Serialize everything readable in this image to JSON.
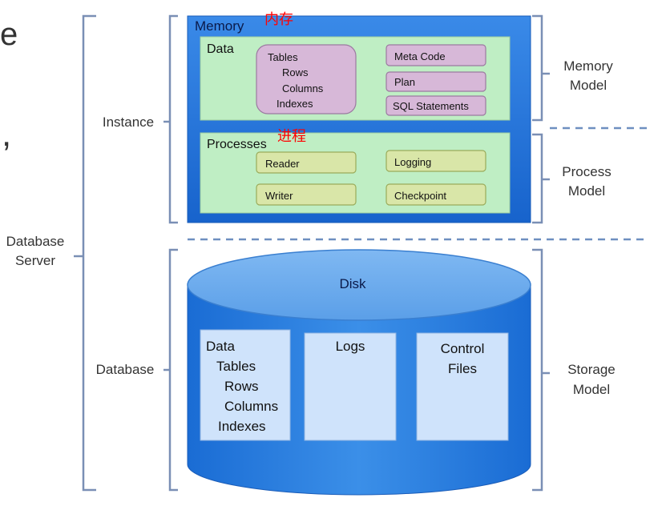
{
  "colors": {
    "memory_blue": "#1f6fd8",
    "green_panel": "#bfeec4",
    "purple_box": "#d7b8d8",
    "olive_box": "#d9e6a8",
    "disk_body": "#1e78e0",
    "disk_top": "#6eaef0",
    "disk_panel": "#cfe3fb",
    "bracket": "#7a8fb5",
    "annotation_red": "#ff0000"
  },
  "left": {
    "fragment_top": "e",
    "fragment_mid": ",",
    "server_line1": "Database",
    "server_line2": "Server",
    "instance": "Instance",
    "database": "Database"
  },
  "memory": {
    "title": "Memory",
    "annotation": "内存",
    "data_label": "Data",
    "data_items": [
      "Tables",
      "Rows",
      "Columns",
      "Indexes"
    ],
    "right_items": [
      "Meta Code",
      "Plan",
      "SQL Statements"
    ]
  },
  "processes": {
    "title": "Processes",
    "annotation": "进程",
    "items": [
      "Reader",
      "Logging",
      "Writer",
      "Checkpoint"
    ]
  },
  "disk": {
    "title": "Disk",
    "data_items": [
      "Data",
      "Tables",
      "Rows",
      "Columns",
      "Indexes"
    ],
    "logs": "Logs",
    "control_line1": "Control",
    "control_line2": "Files"
  },
  "right": {
    "memory_model_1": "Memory",
    "memory_model_2": "Model",
    "process_model_1": "Process",
    "process_model_2": "Model",
    "storage_model_1": "Storage",
    "storage_model_2": "Model"
  }
}
